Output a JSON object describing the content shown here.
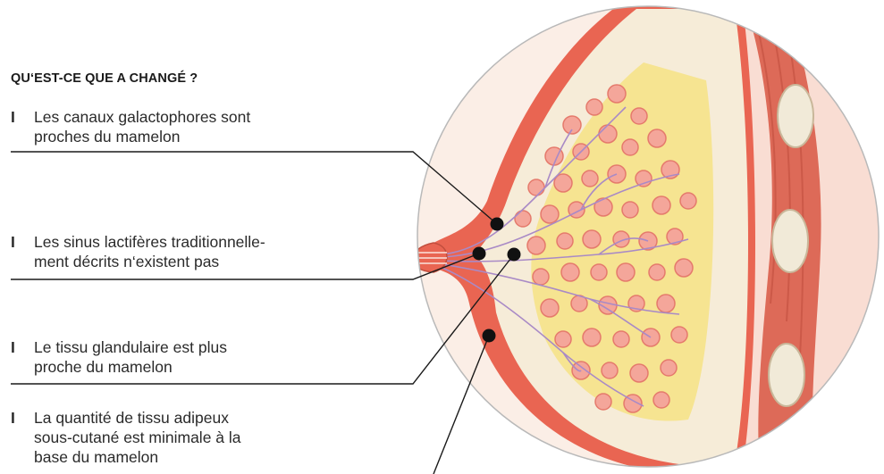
{
  "heading": "QU‘EST-CE QUE A CHANGÉ ?",
  "bullet_glyph": "I",
  "items": [
    {
      "lines": [
        "Les canaux galactophores sont",
        "proches du mamelon"
      ]
    },
    {
      "lines": [
        "Les sinus lactifères traditionnelle-",
        "ment décrits n‘existent pas"
      ]
    },
    {
      "lines": [
        "Le tissu glandulaire est plus",
        "proche du mamelon"
      ]
    },
    {
      "lines": [
        "La quantité de tissu adipeux",
        "sous-cutané est minimale à la",
        "base du mamelon"
      ]
    }
  ],
  "colors": {
    "skin": "#e96552",
    "fat": "#f6ecd8",
    "fat_speckle": "#d9c9ad",
    "gland": "#f4a69a",
    "gland_dark": "#e57a6c",
    "yellow_tissue": "#f5e27a",
    "duct": "#a98ac6",
    "muscle": "#dd6a58",
    "rib": "#f1ead8",
    "leader": "#1a1a1a"
  }
}
